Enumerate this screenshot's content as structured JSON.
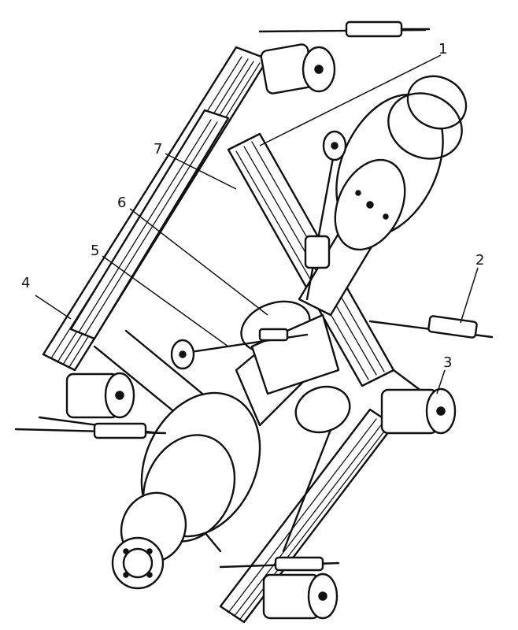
{
  "figure": {
    "callouts": [
      {
        "id": "1",
        "label": "1"
      },
      {
        "id": "2",
        "label": "2"
      },
      {
        "id": "3",
        "label": "3"
      },
      {
        "id": "4",
        "label": "4"
      },
      {
        "id": "5",
        "label": "5"
      },
      {
        "id": "6",
        "label": "6"
      },
      {
        "id": "7",
        "label": "7"
      }
    ],
    "colors": {
      "ink": "#111111",
      "paper": "#ffffff"
    }
  }
}
